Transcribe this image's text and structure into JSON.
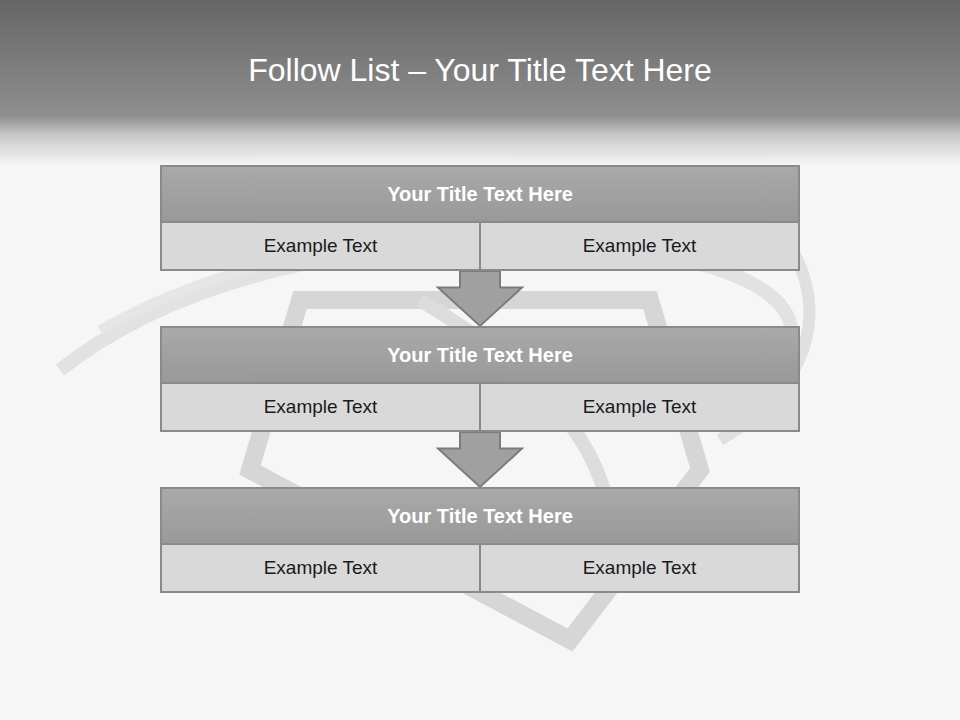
{
  "diagram": {
    "title": "Follow List  – Your Title Text Here",
    "nodes": [
      {
        "text": [
          "Your Title Text Here"
        ]
      },
      {
        "text": [
          "Example Text"
        ],
        "in": 0
      },
      {
        "text": [
          "Example Text"
        ],
        "in": 0
      },
      {
        "text": [
          "Your Title Text Here"
        ]
      },
      {
        "text": [
          "Example Text"
        ],
        "in": 3
      },
      {
        "text": [
          "Example Text"
        ],
        "in": 3
      },
      {
        "text": [
          "Your Title Text Here"
        ]
      },
      {
        "text": [
          "Example Text"
        ],
        "in": 6
      },
      {
        "text": [
          "Example Text"
        ],
        "in": 6
      }
    ],
    "edges": [
      {
        "from": 0,
        "to": 3,
        "arrow": "to"
      },
      {
        "from": 3,
        "to": 6,
        "arrow": "to"
      }
    ]
  }
}
